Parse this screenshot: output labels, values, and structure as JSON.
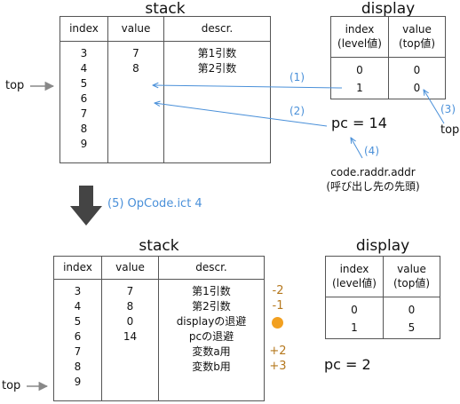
{
  "top_section": {
    "stack": {
      "title": "stack",
      "headers": [
        "index",
        "value",
        "descr."
      ],
      "index": [
        "3",
        "4",
        "5",
        "6",
        "7",
        "8",
        "9"
      ],
      "value": [
        "7",
        "8",
        "",
        "",
        "",
        "",
        ""
      ],
      "descr": [
        "第1引数",
        "第2引数",
        "",
        "",
        "",
        "",
        ""
      ]
    },
    "display": {
      "title": "display",
      "headers": [
        "index\n(level値)",
        "value\n(top値)"
      ],
      "index": [
        "0",
        "1"
      ],
      "value": [
        "0",
        "0"
      ]
    },
    "top_label_left": "top",
    "top_label_right": "top",
    "pc": "pc = 14",
    "annotations": [
      "(1)",
      "(2)",
      "(3)",
      "(4)"
    ],
    "code_note": "code.raddr.addr\n(呼び出し先の先頭)"
  },
  "step_label": "(5) OpCode.ict 4",
  "bottom_section": {
    "stack": {
      "title": "stack",
      "headers": [
        "index",
        "value",
        "descr."
      ],
      "index": [
        "3",
        "4",
        "5",
        "6",
        "7",
        "8",
        "9"
      ],
      "value": [
        "7",
        "8",
        "0",
        "14",
        "",
        "",
        ""
      ],
      "descr": [
        "第1引数",
        "第2引数",
        "displayの退避",
        "pcの退避",
        "変数a用",
        "変数b用",
        ""
      ],
      "offsets": [
        "-2",
        "-1",
        "",
        "",
        "+2",
        "+3",
        ""
      ]
    },
    "display": {
      "title": "display",
      "headers": [
        "index\n(level値)",
        "value\n(top値)"
      ],
      "index": [
        "0",
        "1"
      ],
      "value": [
        "0",
        "5"
      ]
    },
    "top_label": "top",
    "pc": "pc = 2"
  },
  "colors": {
    "arrow_blue": "#4a90d9",
    "offset_brown": "#b5781e",
    "marker_orange": "#f2a020",
    "big_arrow": "#444444",
    "line_gray": "#555555"
  }
}
